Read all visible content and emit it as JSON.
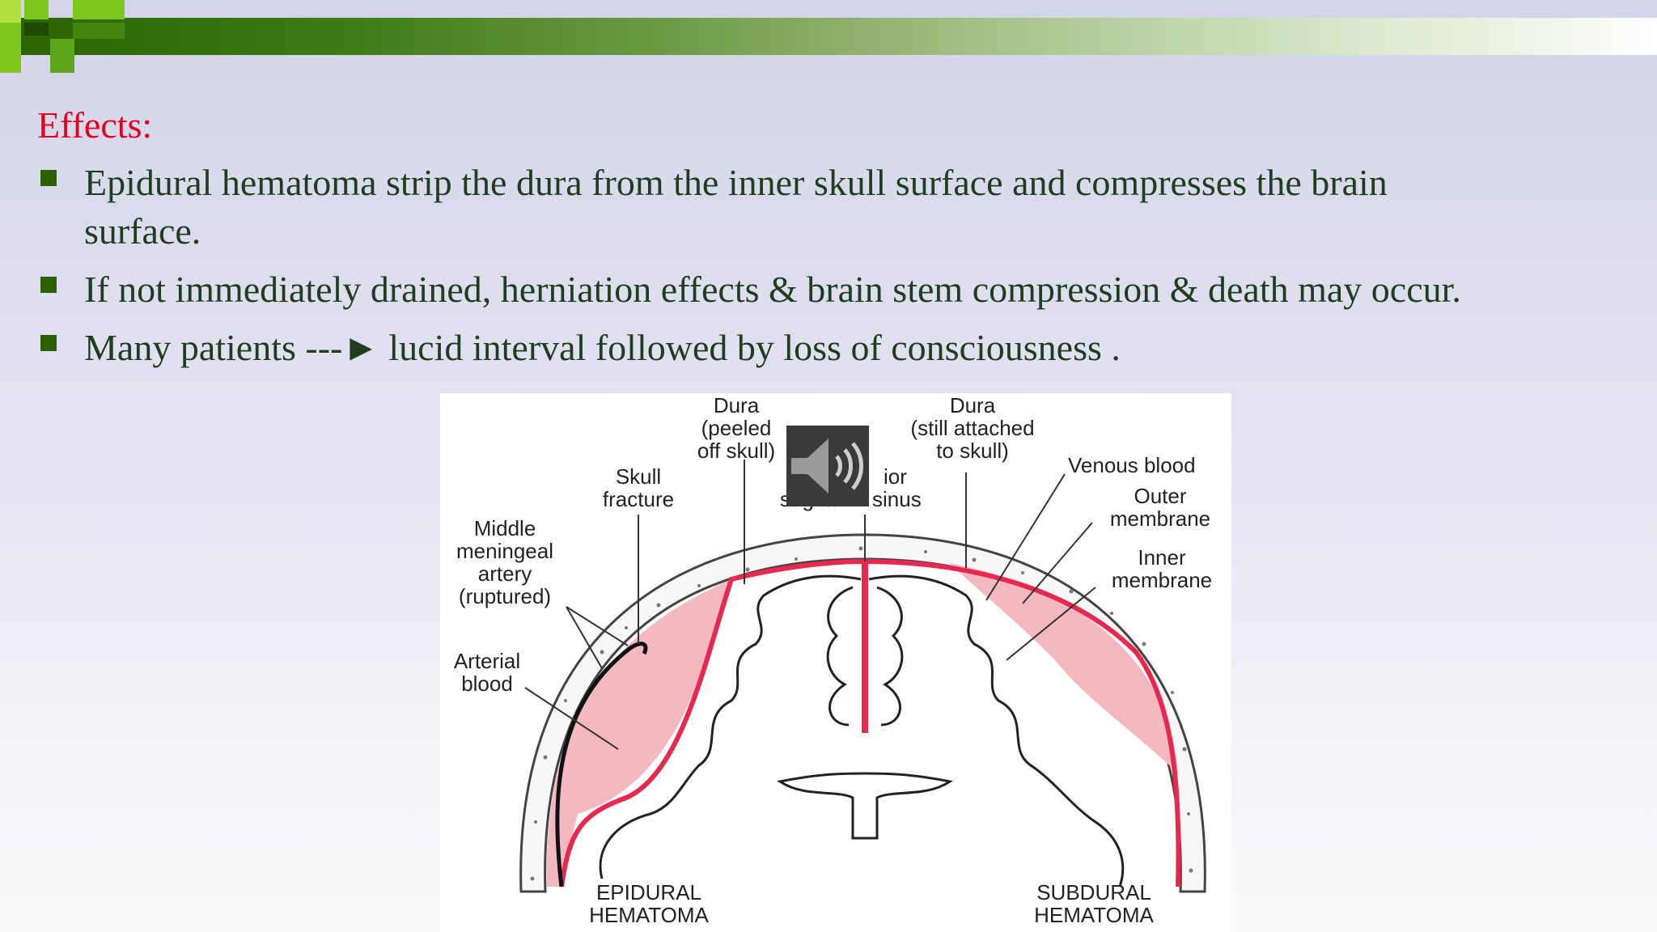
{
  "slide": {
    "heading": "Effects:",
    "bullets": [
      {
        "line1": "Epidural hematoma strip the dura from the inner skull surface and compresses the brain",
        "line2": "surface."
      },
      {
        "line1": "If not immediately drained, herniation effects & brain stem compression & death may occur."
      },
      {
        "line1": "Many patients ---► lucid interval followed by loss of consciousness ."
      }
    ]
  },
  "figure": {
    "labels": {
      "dura_peeled_1": "Dura",
      "dura_peeled_2": "(peeled",
      "dura_peeled_3": "off skull)",
      "dura_attached_1": "Dura",
      "dura_attached_2": "(still attached",
      "dura_attached_3": "to skull)",
      "skull_fracture_1": "Skull",
      "skull_fracture_2": "fracture",
      "sinus_1": "ior",
      "sinus_2": "sinus",
      "sinus_partial": "sagittal",
      "venous_blood": "Venous blood",
      "outer_membrane_1": "Outer",
      "outer_membrane_2": "membrane",
      "inner_membrane_1": "Inner",
      "inner_membrane_2": "membrane",
      "middle_meningeal_1": "Middle",
      "middle_meningeal_2": "meningeal",
      "middle_meningeal_3": "artery",
      "middle_meningeal_4": "(ruptured)",
      "arterial_blood_1": "Arterial",
      "arterial_blood_2": "blood",
      "epidural_1": "EPIDURAL",
      "epidural_2": "HEMATOMA",
      "subdural_1": "SUBDURAL",
      "subdural_2": "HEMATOMA"
    }
  },
  "colors": {
    "heading": "#e4001b",
    "text": "#1f3d1f",
    "bullet": "#2f6000",
    "hematoma_fill": "#f4b9c0",
    "dura_red": "#e8294f"
  },
  "icons": {
    "audio": "speaker-icon"
  }
}
